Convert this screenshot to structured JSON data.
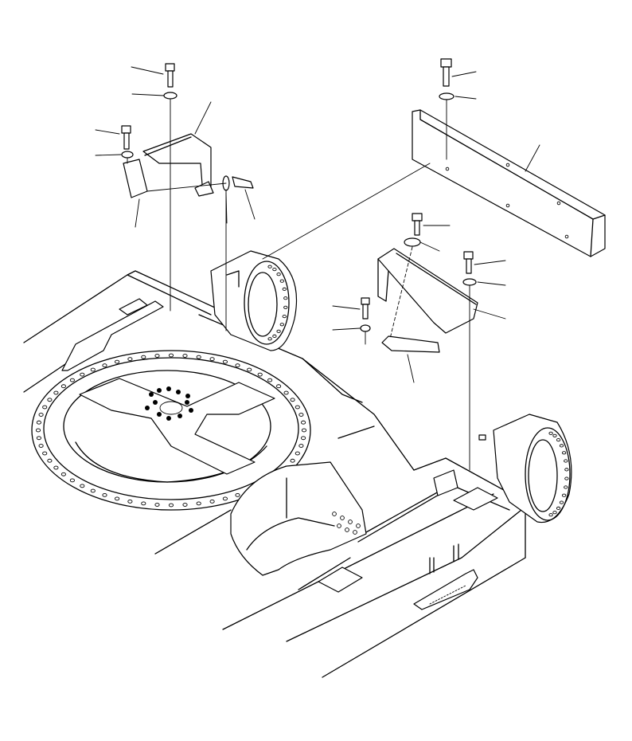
{
  "diagram": {
    "kind": "exploded-parts-view",
    "assembly": "track-frame-with-covers",
    "callout_count": 18,
    "line_color": "#000000",
    "background": "#ffffff"
  }
}
